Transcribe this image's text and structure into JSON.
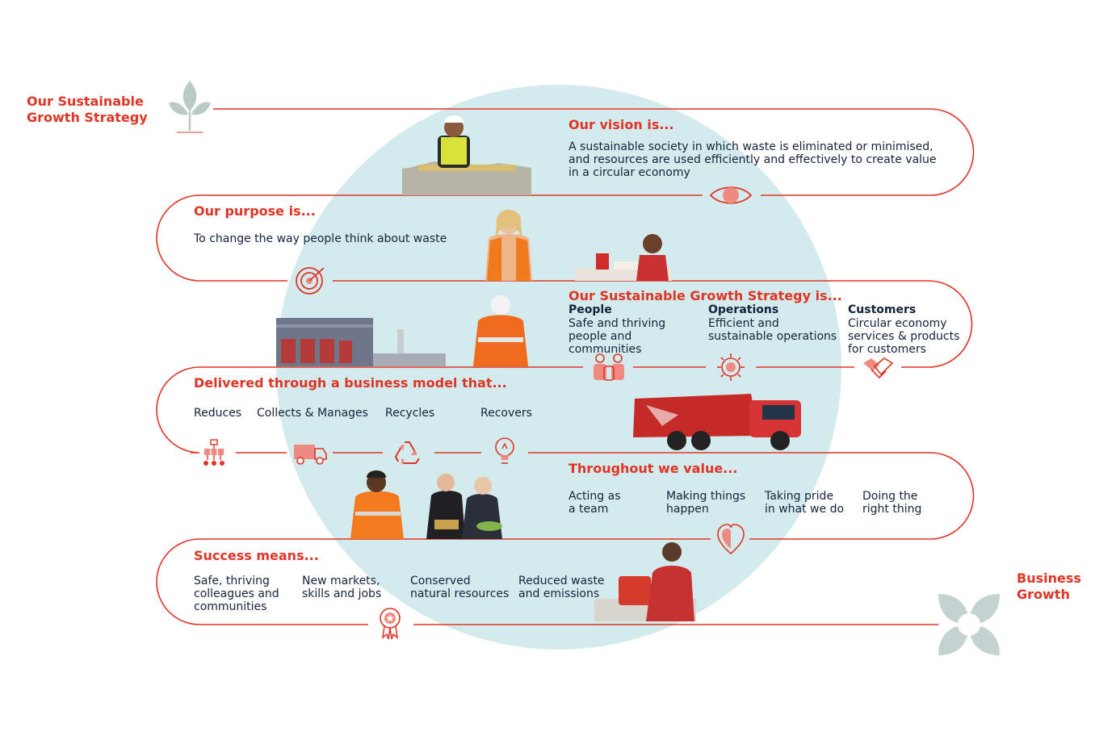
{
  "header": {
    "strategy_title": "Our Sustainable\nGrowth Strategy"
  },
  "footer": {
    "business_growth": "Business\nGrowth"
  },
  "vision": {
    "heading": "Our vision is...",
    "text": "A sustainable society in which waste is eliminated or minimised,\nand resources are used efficiently and effectively to create value\nin a circular economy",
    "icon": "eye-icon"
  },
  "purpose": {
    "heading": "Our purpose is...",
    "text": "To change the way people think about waste",
    "icon": "target-icon"
  },
  "strategy": {
    "heading": "Our Sustainable Growth Strategy is...",
    "columns": [
      {
        "title": "People",
        "text": "Safe and thriving\npeople and communities",
        "icon": "people-icon"
      },
      {
        "title": "Operations",
        "text": "Efficient and\nsustainable operations",
        "icon": "gear-icon"
      },
      {
        "title": "Customers",
        "text": "Circular economy\nservices & products\nfor customers",
        "icon": "handshake-icon"
      }
    ]
  },
  "business_model": {
    "heading": "Delivered through a business model that...",
    "items": [
      "Reduces",
      "Collects & Manages",
      "Recycles",
      "Recovers"
    ],
    "icons": [
      "hierarchy-icon",
      "truck-icon",
      "recycle-icon",
      "lightbulb-icon"
    ]
  },
  "values": {
    "heading": "Throughout we value...",
    "items": [
      "Acting as\na team",
      "Making things\nhappen",
      "Taking pride\nin what we do",
      "Doing the\nright thing"
    ],
    "icon": "heart-pin-icon"
  },
  "success": {
    "heading": "Success means...",
    "items": [
      "Safe, thriving\ncolleagues and\ncommunities",
      "New markets,\nskills and jobs",
      "Conserved\nnatural resources",
      "Reduced waste\nand emissions"
    ],
    "icon": "award-icon"
  },
  "colors": {
    "accent": "#e03425",
    "circle": "#d4ebee",
    "text": "#14233c",
    "leaf": "#b9cbc3"
  }
}
